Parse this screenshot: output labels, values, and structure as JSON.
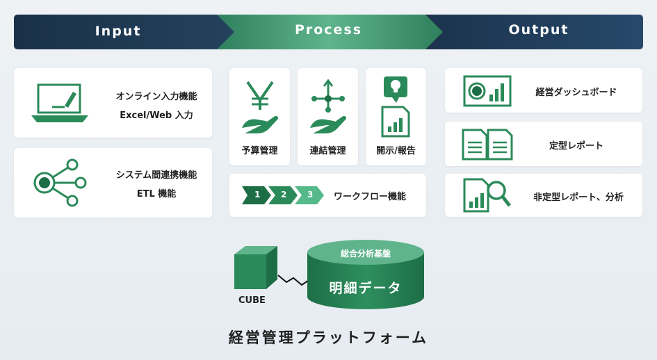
{
  "stages": {
    "input": "Input",
    "process": "Process",
    "output": "Output"
  },
  "input": {
    "card1": {
      "line1": "オンライン入力機能",
      "line2": "Excel/Web 入力",
      "icon": "laptop-pen-icon"
    },
    "card2": {
      "line1": "システム間連携機能",
      "line2": "ETL 機能",
      "icon": "network-nodes-icon"
    }
  },
  "process": {
    "budget": {
      "label": "予算管理",
      "icon": "yen-hand-icon"
    },
    "consolidation": {
      "label": "連結管理",
      "icon": "arrows-hand-icon"
    },
    "disclosure": {
      "label": "開示/報告",
      "icon": "report-lightbulb-icon"
    },
    "workflow": {
      "steps": [
        "1",
        "2",
        "3"
      ],
      "label": "ワークフロー機能"
    }
  },
  "output": {
    "dashboard": {
      "label": "経営ダッシュボード",
      "icon": "dashboard-icon"
    },
    "standard": {
      "label": "定型レポート",
      "icon": "documents-icon"
    },
    "adhoc": {
      "label": "非定型レポート、分析",
      "icon": "report-magnifier-icon"
    }
  },
  "platform": {
    "cube_label": "CUBE",
    "db_top_label": "総合分析基盤",
    "db_body_label": "明細データ",
    "title": "経営管理プラットフォーム"
  },
  "colors": {
    "navy": "#1c3350",
    "green": "#2b8a59",
    "green_light": "#56b98a",
    "green_dark": "#1d6e46",
    "text": "#1f1f1f"
  }
}
